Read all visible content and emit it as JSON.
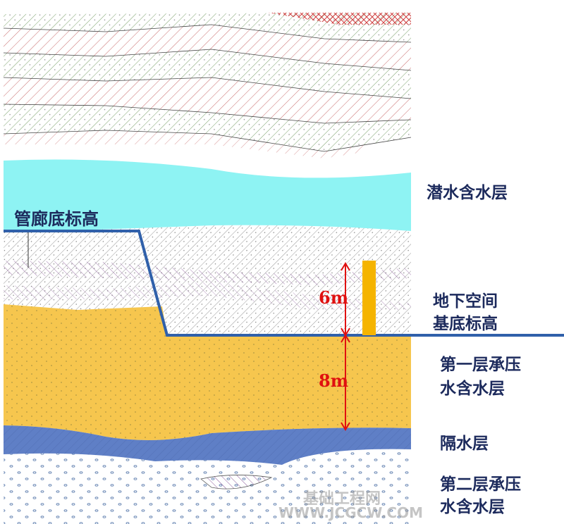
{
  "labels": {
    "pipe_gallery_bottom": "管廊底标高",
    "phreatic_aquifer": "潜水含水层",
    "underground_base_line1": "地下空间",
    "underground_base_line2": "基底标高",
    "confined1_line1": "第一层承压",
    "confined1_line2": "水含水层",
    "aquitard": "隔水层",
    "confined2_line1": "第二层承压",
    "confined2_line2": "水含水层"
  },
  "dimensions": {
    "upper": "6m",
    "lower": "8m"
  },
  "watermark": {
    "cn": "基础工程网",
    "en": "WWW.JCGCW.COM"
  },
  "colors": {
    "phreatic": "#8ef3f3",
    "confined1": "#f6c64e",
    "aquitard": "#5f7fc6",
    "elevation_line": "#3060aa",
    "dimension": "#e01010",
    "label": "#1c2a5c",
    "building": "#f5b400"
  }
}
